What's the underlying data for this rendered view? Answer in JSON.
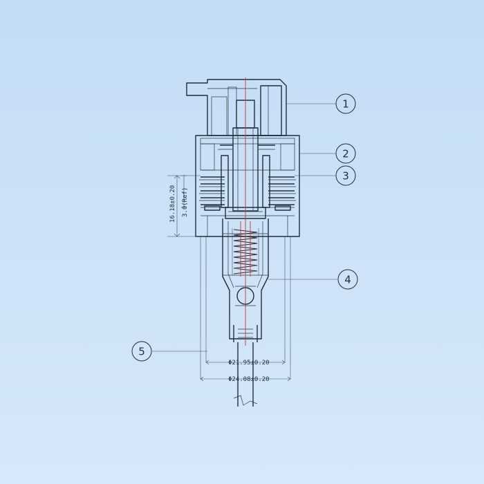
{
  "callouts": [
    {
      "number": "1"
    },
    {
      "number": "2"
    },
    {
      "number": "3"
    },
    {
      "number": "4"
    },
    {
      "number": "5"
    }
  ],
  "dimensions": {
    "height": "16.18±0.20",
    "height_small": "3.0(Ref)",
    "inner_diameter": "Φ21.95±0.20",
    "outer_diameter": "Φ24.08±0.20"
  },
  "colors": {
    "line": "#1f2d3a",
    "centerline": "#c8372d",
    "background": "#c3dcf5"
  }
}
